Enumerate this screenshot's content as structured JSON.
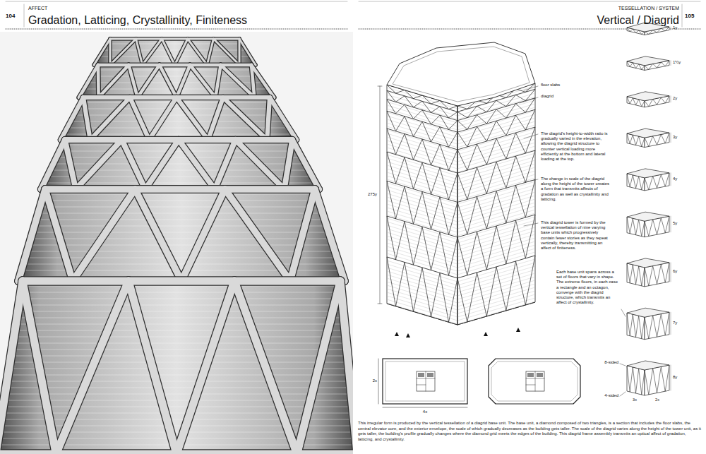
{
  "diagram": {
    "title": "Vertical / Diagrid",
    "caption": "This irregular form is produced by the vertical tessellation of a diagrid base unit. The base unit, a diamond composed of two triangles, is a section that includes the floor slabs, the central elevator core, and the exterior envelope, the scale of which gradually decreases as the building gets taller. The scale of the diagrid varies along the height of the tower unit, as it gets taller, the building's profile gradually changes where the diamond grid meets the edges of the building. This diagrid frame assembly transmits an optical affect of gradation, latticing, and crystallinity.",
    "labels": [
      "104",
      "AFFECT",
      "Gradation, Latticing, Crystallinity, Finiteness",
      "105",
      "TESSELLATION / SYSTEM",
      "floor slabs",
      "diagrid",
      "The diagrid's height-to-width ratio is gradually varied in the elevation, allowing the diagrid structure to counter vertical loading more efficiently at the bottom and lateral loading at the top.",
      "The change in scale of the diagrid along the height of the tower creates a form that transmits affects of gradation as well as crystallinity and latticing.",
      "This diagrid tower is formed by the vertical tessellation of nine varying base units which progressively contain fewer stories as they repeat vertically, thereby transmitting an affect of finiteness.",
      "Each base unit spans across a set of floors that vary in shape. The extreme floors, in each case a rectangle and an octagon, converge with the diagrid structure, which transmits an affect of crystallinity.",
      "275y",
      "1y",
      "1½y",
      "2y",
      "3y",
      "4y",
      "5y",
      "6y",
      "7y",
      "8y",
      "8-sided",
      "4-sided",
      "2x",
      "4x",
      "3x",
      "2x"
    ]
  }
}
